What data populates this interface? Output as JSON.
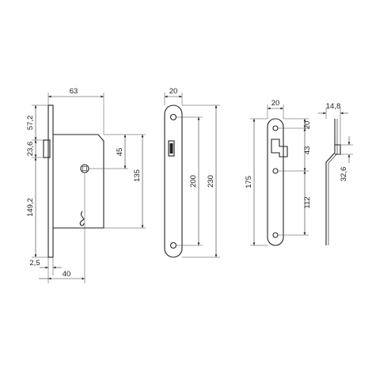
{
  "drawing": {
    "lock_body": {
      "dims": {
        "width_63": "63",
        "top_57_2": "57,2",
        "latch_23_6": "23,6",
        "lower_149_2": "149,2",
        "backset_40": "40",
        "faceplate_2_5": "2,5",
        "spacing_45": "45",
        "height_135": "135"
      }
    },
    "faceplate": {
      "dims": {
        "width_20": "20",
        "inner_200": "200",
        "total_230": "230"
      }
    },
    "strike_plate": {
      "dims": {
        "width_20": "20",
        "height_175": "175",
        "top_20": "20",
        "mid_43": "43",
        "low_112": "112"
      }
    },
    "strike_profile": {
      "dims": {
        "depth_14_8": "14,8",
        "offset_32_6": "32,6"
      }
    }
  }
}
